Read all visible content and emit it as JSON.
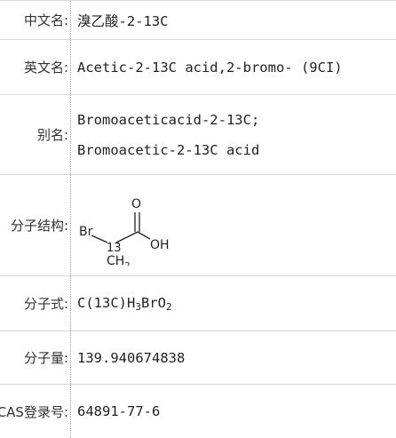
{
  "rows": [
    {
      "label": "中文名:",
      "value": "溴乙酸-2-13C"
    },
    {
      "label": "英文名:",
      "value": "Acetic-2-13C acid,2-bromo- (9CI)"
    },
    {
      "label": "别名:",
      "values": [
        "Bromoaceticacid-2-13C;",
        "Bromoacetic-2-13C acid"
      ]
    },
    {
      "label": "分子结构:",
      "structure": {
        "atom_br": "Br",
        "atom_o": "O",
        "atom_oh": "OH",
        "isotope": "13",
        "ch": "CH",
        "ch_sub": "2"
      }
    },
    {
      "label": "分子式:",
      "formula": {
        "p1": "C(13C)H",
        "s1": "3",
        "p2": "BrO",
        "s2": "2"
      }
    },
    {
      "label": "分子量:",
      "value": "139.940674838"
    },
    {
      "label": "CAS登录号:",
      "value": "64891-77-6"
    }
  ]
}
